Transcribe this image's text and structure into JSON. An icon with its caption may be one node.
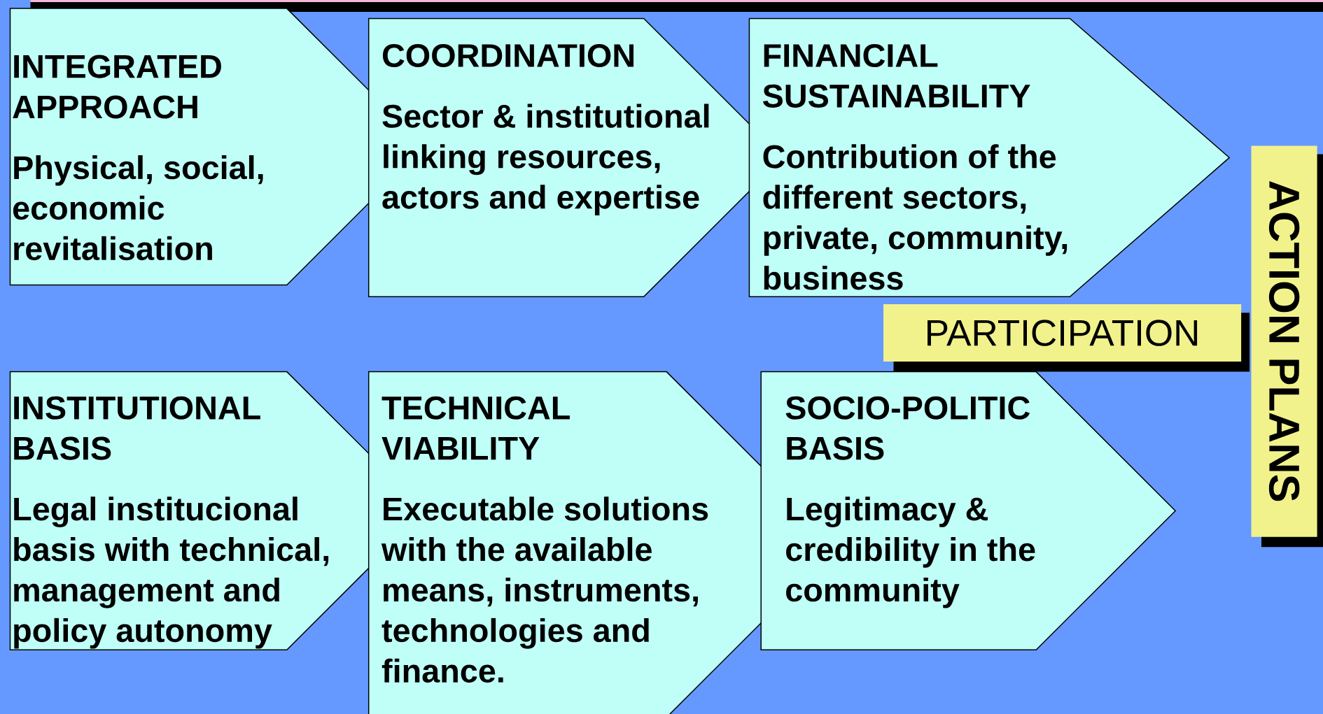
{
  "diagram": {
    "nodes": [
      {
        "text": [
          "INTEGRATED APPROACH",
          "Physical, social, economic revitalisation"
        ]
      },
      {
        "text": [
          "COORDINATION",
          "Sector & institutional linking resources, actors and expertise"
        ]
      },
      {
        "text": [
          "FINANCIAL SUSTAINABILITY",
          "Contribution of the different sectors, private, community, business"
        ]
      },
      {
        "text": [
          "INSTITUTIONAL BASIS",
          "Legal institucional basis with technical, management and policy autonomy"
        ]
      },
      {
        "text": [
          "TECHNICAL VIABILITY",
          "Executable solutions with the available means, instruments, technologies and finance."
        ]
      },
      {
        "text": [
          "SOCIO-POLITIC BASIS",
          "Legitimacy & credibility in the community"
        ]
      },
      {
        "text": [
          "PARTICIPATION"
        ]
      },
      {
        "text": [
          "ACTION PLANS"
        ]
      }
    ]
  }
}
